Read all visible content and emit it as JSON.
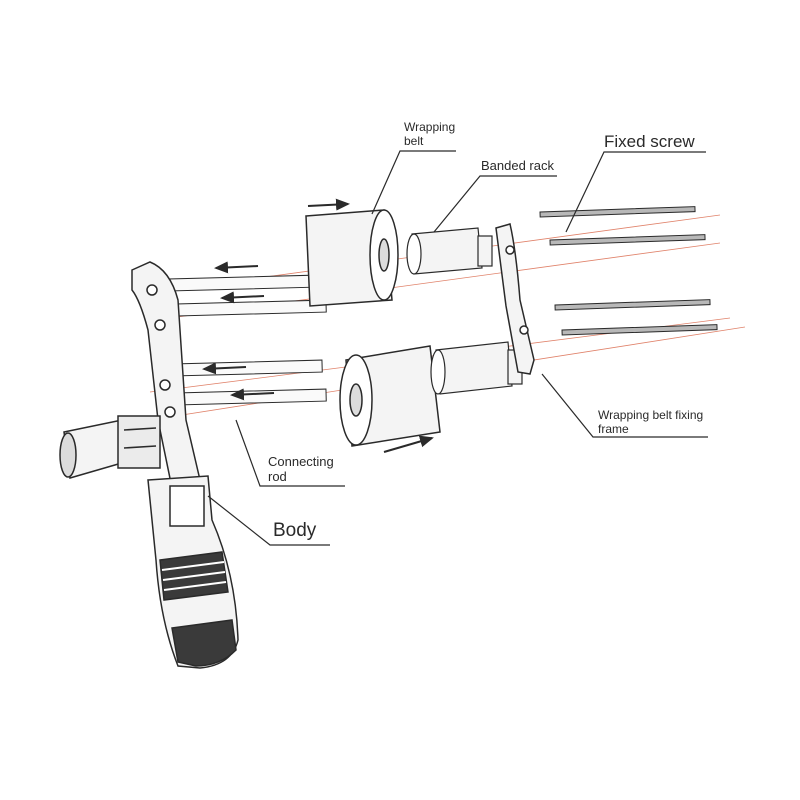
{
  "labels": {
    "wrapping_belt": "Wrapping\nbelt",
    "banded_rack": "Banded rack",
    "fixed_screw": "Fixed screw",
    "wrapping_belt_fixing_frame": "Wrapping belt fixing\nframe",
    "connecting_rod": "Connecting\nrod",
    "body": "Body"
  },
  "colors": {
    "line": "#2a2a2a",
    "guide": "#e0826a",
    "rod": "#8a8a8a",
    "part_fill": "#f4f4f4",
    "dark": "#3a3a3a"
  }
}
